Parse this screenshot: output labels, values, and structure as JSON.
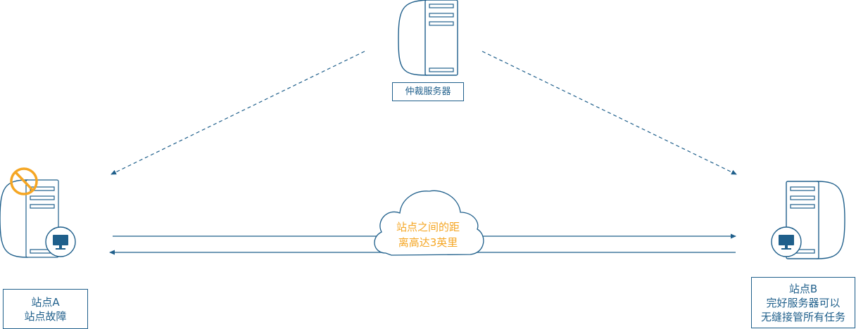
{
  "arbiter": {
    "label": "仲裁服务器"
  },
  "site_a": {
    "name": "站点A",
    "status": "站点故障"
  },
  "site_b": {
    "name": "站点B",
    "status_line1": "完好服务器可以",
    "status_line2": "无缝接管所有任务"
  },
  "link": {
    "line1": "站点之间的距",
    "line2": "离高达3英里"
  },
  "colors": {
    "stroke": "#1f5f8b",
    "fault": "#f5a623",
    "cloud_text": "#f5a623"
  },
  "icons": {
    "arbiter": "server-icon",
    "site_a": "server-icon",
    "site_b": "server-icon",
    "fault": "prohibited-icon",
    "monitor": "monitor-icon",
    "cloud": "cloud-icon"
  }
}
